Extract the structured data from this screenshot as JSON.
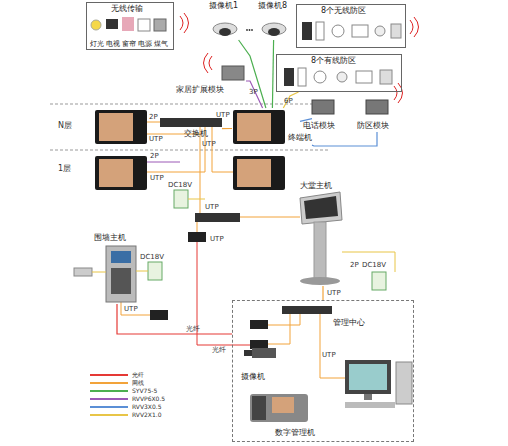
{
  "diagram": {
    "nodes": [
      {
        "text": [
          "无线传输",
          "灯光",
          "电视",
          "窗帘",
          "电源",
          "煤气"
        ]
      },
      {
        "text": [
          "摄像机1"
        ]
      },
      {
        "text": [
          "摄像机8"
        ]
      },
      {
        "text": [
          "8个无线防区"
        ]
      },
      {
        "text": [
          "家居扩展模块"
        ]
      },
      {
        "text": [
          "8个有线防区"
        ]
      },
      {
        "text": [
          "电话模块"
        ]
      },
      {
        "text": [
          "防区模块"
        ]
      },
      {
        "text": [
          "交换机"
        ]
      },
      {
        "text": [
          "终端机"
        ]
      },
      {
        "text": [
          "大堂主机"
        ]
      },
      {
        "text": [
          "围墙主机"
        ]
      },
      {
        "text": [
          "管理中心"
        ]
      },
      {
        "text": [
          "摄像机"
        ],
        "in": 12
      },
      {
        "text": [
          "数字管理机"
        ],
        "in": 12
      }
    ],
    "edges": [
      {
        "from": 1,
        "to": 9,
        "arrow": "none"
      },
      {
        "from": 2,
        "to": 9,
        "arrow": "none"
      },
      {
        "from": 4,
        "to": 9,
        "label": "3P",
        "arrow": "none"
      },
      {
        "from": 5,
        "to": 9,
        "label": "6P",
        "arrow": "none"
      },
      {
        "from": 6,
        "to": 9,
        "arrow": "none"
      },
      {
        "from": 7,
        "to": 9,
        "arrow": "none"
      },
      {
        "from": 8,
        "to": 9,
        "label": "UTP",
        "arrow": "none"
      },
      {
        "from": 10,
        "to": 12,
        "label": "UTP",
        "arrow": "none"
      },
      {
        "from": 11,
        "to": 12,
        "label": "光纤",
        "arrow": "none"
      }
    ],
    "labels": [
      "N层",
      "1层",
      "2P",
      "UTP",
      "2P",
      "UTP",
      "UTP",
      "DC18V",
      "UTP",
      "UTP",
      "DC18V",
      "UTP",
      "2P",
      "DC18V",
      "UTP",
      "光纤"
    ],
    "legend": [
      {
        "text": "光纤"
      },
      {
        "text": "网线"
      },
      {
        "text": "SYV75-5"
      },
      {
        "text": "RVVP6X0.5"
      },
      {
        "text": "RVV3X0.5"
      },
      {
        "text": "RVV2X1.0"
      }
    ]
  }
}
